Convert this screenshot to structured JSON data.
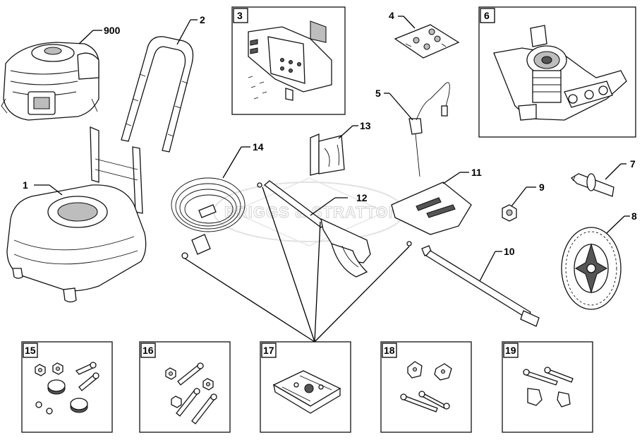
{
  "watermark": "BRIGGS & STRATTON",
  "callouts": [
    {
      "id": "900",
      "label": "900"
    },
    {
      "id": "1",
      "label": "1"
    },
    {
      "id": "2",
      "label": "2"
    },
    {
      "id": "4",
      "label": "4"
    },
    {
      "id": "5",
      "label": "5"
    },
    {
      "id": "7",
      "label": "7"
    },
    {
      "id": "8",
      "label": "8"
    },
    {
      "id": "9",
      "label": "9"
    },
    {
      "id": "10",
      "label": "10"
    },
    {
      "id": "11",
      "label": "11"
    },
    {
      "id": "12",
      "label": "12"
    },
    {
      "id": "13",
      "label": "13"
    },
    {
      "id": "14",
      "label": "14"
    }
  ],
  "boxes": [
    {
      "id": "3",
      "label": "3"
    },
    {
      "id": "6",
      "label": "6"
    },
    {
      "id": "15",
      "label": "15"
    },
    {
      "id": "16",
      "label": "16"
    },
    {
      "id": "17",
      "label": "17"
    },
    {
      "id": "18",
      "label": "18"
    },
    {
      "id": "19",
      "label": "19"
    }
  ]
}
